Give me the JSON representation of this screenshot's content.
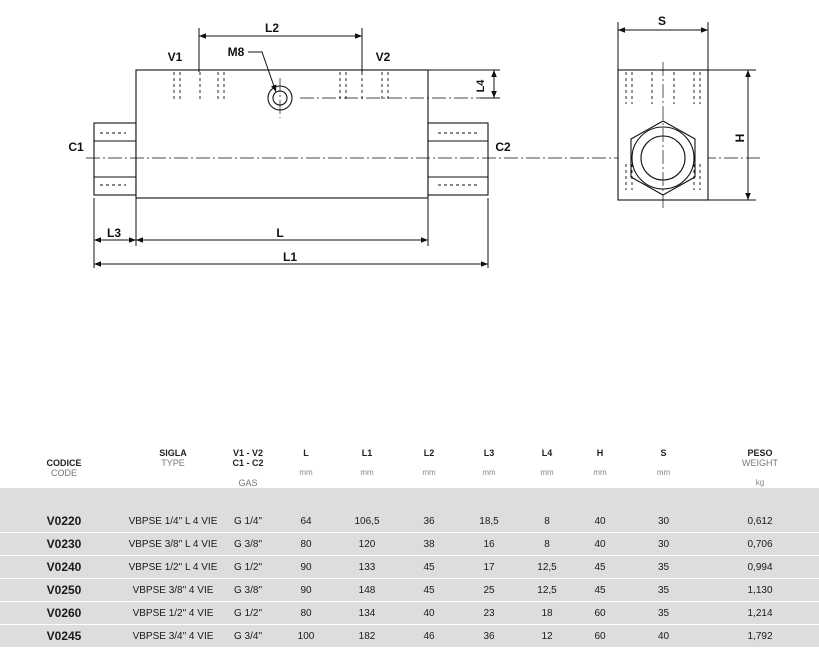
{
  "drawing": {
    "labels": {
      "l2": "L2",
      "v1": "V1",
      "v2": "V2",
      "m8": "M8",
      "l4": "L4",
      "c1": "C1",
      "c2": "C2",
      "l3": "L3",
      "l": "L",
      "l1": "L1",
      "s": "S",
      "h": "H"
    }
  },
  "table": {
    "headers": [
      {
        "main": "CODICE",
        "sub": "CODE",
        "unit": ""
      },
      {
        "main": "SIGLA",
        "sub": "TYPE",
        "unit": ""
      },
      {
        "main": "V1 - V2",
        "main2": "C1 - C2",
        "sub": "GAS",
        "unit": ""
      },
      {
        "main": "L",
        "sub": "",
        "unit": "mm"
      },
      {
        "main": "L1",
        "sub": "",
        "unit": "mm"
      },
      {
        "main": "L2",
        "sub": "",
        "unit": "mm"
      },
      {
        "main": "L3",
        "sub": "",
        "unit": "mm"
      },
      {
        "main": "L4",
        "sub": "",
        "unit": "mm"
      },
      {
        "main": "H",
        "sub": "",
        "unit": "mm"
      },
      {
        "main": "S",
        "sub": "",
        "unit": "mm"
      },
      {
        "main": "PESO",
        "sub": "WEIGHT",
        "unit": "kg"
      }
    ],
    "rows": [
      {
        "code": "V0220",
        "type": "VBPSE 1/4\" L 4 VIE",
        "gas": "G 1/4\"",
        "l": "64",
        "l1": "106,5",
        "l2": "36",
        "l3": "18,5",
        "l4": "8",
        "h": "40",
        "s": "30",
        "weight": "0,612"
      },
      {
        "code": "V0230",
        "type": "VBPSE 3/8\" L 4 VIE",
        "gas": "G 3/8\"",
        "l": "80",
        "l1": "120",
        "l2": "38",
        "l3": "16",
        "l4": "8",
        "h": "40",
        "s": "30",
        "weight": "0,706"
      },
      {
        "code": "V0240",
        "type": "VBPSE 1/2\" L 4 VIE",
        "gas": "G 1/2\"",
        "l": "90",
        "l1": "133",
        "l2": "45",
        "l3": "17",
        "l4": "12,5",
        "h": "45",
        "s": "35",
        "weight": "0,994"
      },
      {
        "code": "V0250",
        "type": "VBPSE 3/8\" 4 VIE",
        "gas": "G 3/8\"",
        "l": "90",
        "l1": "148",
        "l2": "45",
        "l3": "25",
        "l4": "12,5",
        "h": "45",
        "s": "35",
        "weight": "1,130"
      },
      {
        "code": "V0260",
        "type": "VBPSE 1/2\" 4 VIE",
        "gas": "G 1/2\"",
        "l": "80",
        "l1": "134",
        "l2": "40",
        "l3": "23",
        "l4": "18",
        "h": "60",
        "s": "35",
        "weight": "1,214"
      },
      {
        "code": "V0245",
        "type": "VBPSE 3/4\" 4 VIE",
        "gas": "G 3/4\"",
        "l": "100",
        "l1": "182",
        "l2": "46",
        "l3": "36",
        "l4": "12",
        "h": "60",
        "s": "40",
        "weight": "1,792"
      }
    ]
  }
}
